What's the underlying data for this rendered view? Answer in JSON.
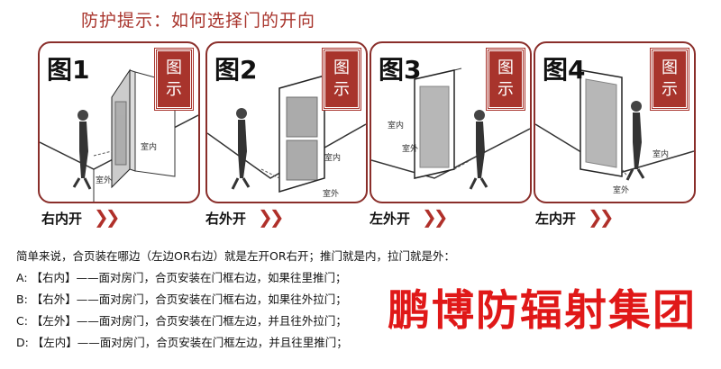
{
  "title": "防护提示：如何选择门的开向",
  "panels": [
    {
      "label": "图1",
      "stamp": [
        "图",
        "示"
      ],
      "room_in": "室内",
      "room_out": "室外"
    },
    {
      "label": "图2",
      "stamp": [
        "图",
        "示"
      ],
      "room_in": "室内",
      "room_out": "室外"
    },
    {
      "label": "图3",
      "stamp": [
        "图",
        "示"
      ],
      "room_in": "室内",
      "room_out": "室外"
    },
    {
      "label": "图4",
      "stamp": [
        "图",
        "示"
      ],
      "room_in": "室内",
      "room_out": "室外"
    }
  ],
  "captions": [
    "右内开",
    "右外开",
    "左外开",
    "左内开"
  ],
  "chevron": "❯❯",
  "intro": "简单来说，合页装在哪边（左边OR右边）就是左开OR右开；推门就是内，拉门就是外：",
  "lines": [
    "A: 【右内】——面对房门，合页安装在门框右边，如果往里推门；",
    "B: 【右外】——面对房门，合页安装在门框右边，如果往外拉门；",
    "C: 【左外】——面对房门，合页安装在门框左边，并且往外拉门；",
    "D: 【左内】——面对房门，合页安装在门框左边，并且往里推门；"
  ],
  "brand": "鹏博防辐射集团"
}
